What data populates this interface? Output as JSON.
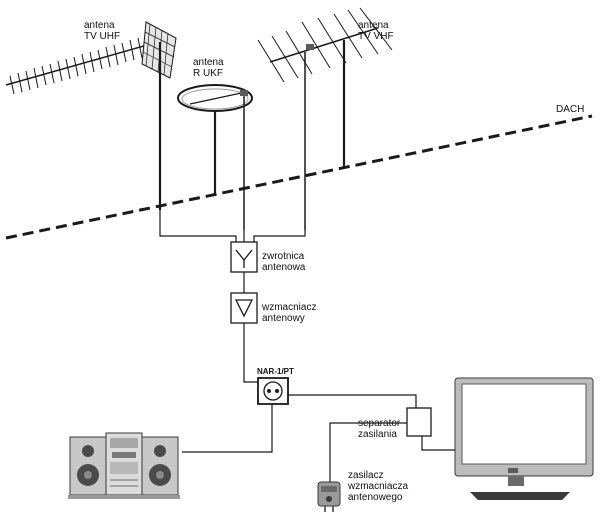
{
  "labels": {
    "antenna_uhf": [
      "antena",
      "TV  UHF"
    ],
    "antenna_ukf": [
      "antena",
      "R UKF"
    ],
    "antenna_vhf": [
      "antena",
      "TV VHF"
    ],
    "roof": "DACH",
    "splitter": [
      "zwrotnica",
      "antenowa"
    ],
    "amplifier": [
      "wzmacniacz",
      "antenowy"
    ],
    "socket": "NAR-1/PT",
    "separator": [
      "separator",
      "zasilania"
    ],
    "power_supply": [
      "zasilacz",
      "wzmacniacza",
      "antenowego"
    ]
  },
  "colors": {
    "line": "#1a1a1a",
    "device_grey": "#bfbfbf",
    "device_dark": "#4a4a4a",
    "screen": "#ffffff"
  }
}
